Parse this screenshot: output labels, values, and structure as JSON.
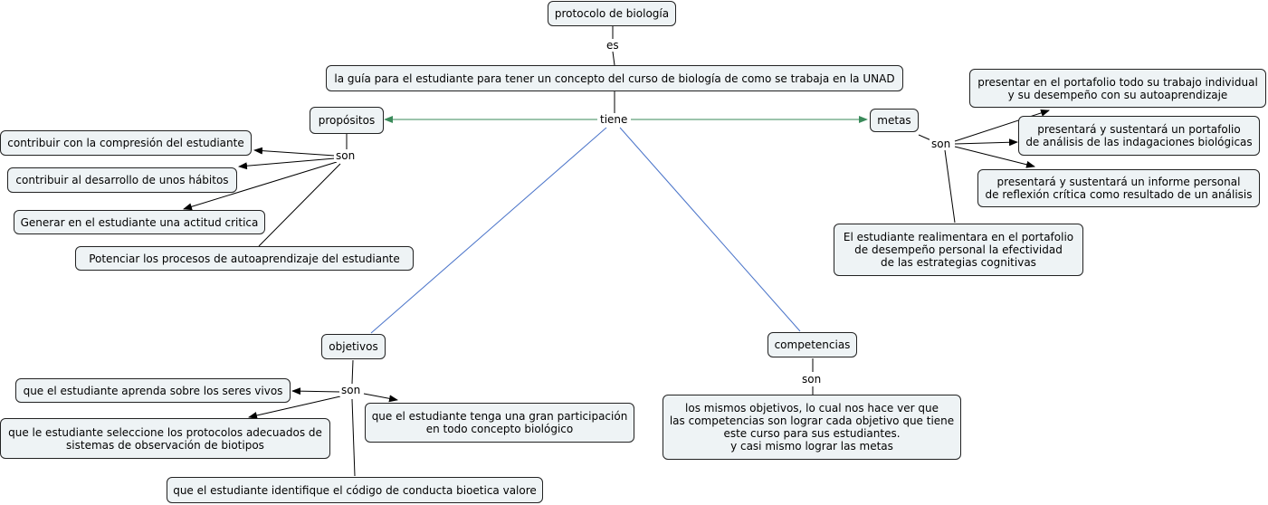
{
  "nodes": {
    "protocolo": "protocolo de biología",
    "guia": "la guía para el estudiante para tener un concepto del curso de biología de como se trabaja en la UNAD",
    "propositos": "propósitos",
    "metas": "metas",
    "objetivos": "objetivos",
    "competencias": "competencias",
    "p1": "contribuir con la compresión del estudiante",
    "p2": "contribuir al desarrollo de unos hábitos",
    "p3": "Generar en el estudiante una actitud critica",
    "p4": "Potenciar los procesos de autoaprendizaje del estudiante",
    "m1": "presentar en el portafolio todo su trabajo individual\ny su desempeño con su autoaprendizaje",
    "m2": "presentará y sustentará un portafolio\nde análisis de las indagaciones biológicas",
    "m3": "presentará y sustentará un informe personal\nde reflexión crítica como resultado de un análisis",
    "m4": "El estudiante realimentara en el portafolio\nde desempeño personal la efectividad\nde las  estrategias cognitivas",
    "o1": "que el estudiante aprenda sobre los seres vivos",
    "o2": "que le estudiante seleccione los protocolos adecuados de\nsistemas de observación de biotipos",
    "o3": "que el estudiante tenga una gran participación\nen todo concepto biológico",
    "o4": "que el estudiante identifique el código de conducta bioetica valore",
    "c1": "los mismos objetivos, lo cual nos hace ver que\nlas competencias son lograr cada objetivo que tiene\neste curso para sus estudiantes.\ny casi mismo lograr las metas"
  },
  "links": {
    "es": "es",
    "tiene": "tiene",
    "son_propositos": "son",
    "son_metas": "son",
    "son_objetivos": "son",
    "son_competencias": "son"
  },
  "colors": {
    "green_arrow": "#3a8a5a",
    "blue_line": "#4a74c9",
    "node_fill": "#eef3f5"
  }
}
